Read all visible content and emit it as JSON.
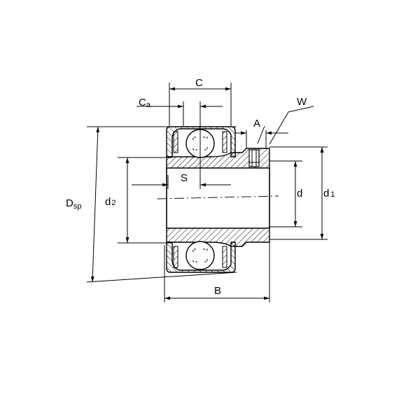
{
  "labels": {
    "C": "C",
    "Ca_main": "C",
    "Ca_sub": "a",
    "W": "W",
    "A": "A",
    "S": "S",
    "Dsp_main": "D",
    "Dsp_sub": "sp",
    "d2_main": "d",
    "d2_sub": "2",
    "d": "d",
    "d1_main": "d",
    "d1_sub": "1",
    "B": "B"
  }
}
